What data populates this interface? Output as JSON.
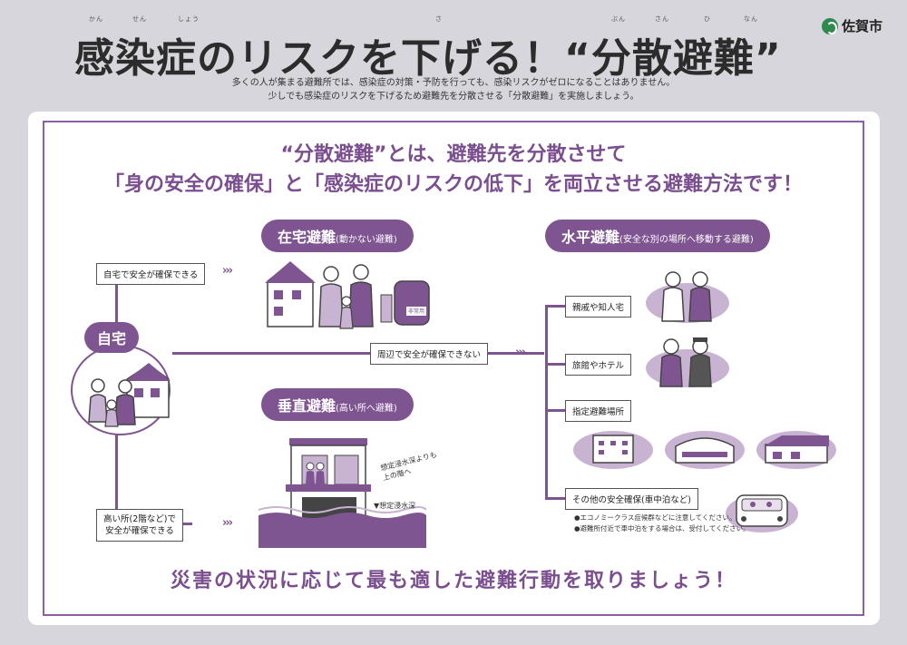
{
  "header": {
    "ruby": [
      "かん",
      "せん",
      "しょう",
      "さ",
      "ぶん",
      "さん",
      "ひ",
      "なん"
    ],
    "title": "感染症のリスクを下げる！“分散避難”",
    "logo_text": "佐賀市",
    "intro_line1": "多くの人が集まる避難所では、感染症の対策・予防を行っても、感染リスクがゼロになることはありません。",
    "intro_line2": "少しでも感染症のリスクを下げるため避難先を分散させる「分散避難」を実施しましょう。"
  },
  "headline": {
    "line1": "“分散避難”とは、避難先を分散させて",
    "line2": "「身の安全の確保」と「感染症のリスクの低下」を両立させる避難方法です！"
  },
  "home": {
    "label": "自宅"
  },
  "zaitaku": {
    "title": "在宅避難",
    "sub": "(動かない避難)",
    "condition": "自宅で安全が確保できる",
    "bag_label": "非常用"
  },
  "suichoku": {
    "title": "垂直避難",
    "sub": "(高い所へ避難)",
    "condition_line1": "高い所(2階など)で",
    "condition_line2": "安全が確保できる",
    "note_line1": "想定浸水深よりも",
    "note_line2": "上の階へ",
    "water_label": "▼想定浸水深"
  },
  "suihei": {
    "title": "水平避難",
    "sub": "(安全な別の場所へ移動する避難)",
    "condition": "周辺で安全が確保できない",
    "items": [
      "親戚や知人宅",
      "旅館やホテル",
      "指定避難場所",
      "その他の安全確保(車中泊など)"
    ],
    "car_note1": "●エコノミークラス症候群などに注意してください。",
    "car_note2": "●避難所付近で車中泊をする場合は、受付してください。"
  },
  "footer": {
    "message": "災害の状況に応じて最も適した避難行動を取りましょう！"
  },
  "colors": {
    "accent": "#7f5591",
    "accent_light": "#c9b3d3",
    "background": "#d7d6dc"
  }
}
